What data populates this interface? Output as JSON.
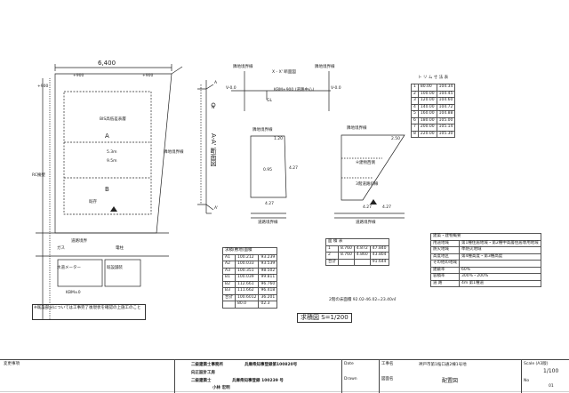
{
  "plan": {
    "top_dim": "6,400",
    "dims_top": [
      "+900",
      "+900",
      "+900"
    ],
    "notes": [
      "BIS高低差表層",
      "水道メーター",
      "既設舗装",
      "道路境界",
      "隣地境界線",
      "既存",
      "ガス",
      "電柱",
      "5.3m",
      "9.5m"
    ],
    "rect_labels": [
      "A",
      "B"
    ],
    "left_annot": "RC擁壁",
    "warn_box": "※既設部分については工事完了後現状を確認の上施工のこと",
    "bm_label": "KBM±0"
  },
  "section": {
    "label": "A-A' 断面図",
    "side_marks": [
      "A",
      "A'"
    ],
    "north_label": "N"
  },
  "elev_top": {
    "labels": [
      "隣地境界線",
      "X - X' 断面図",
      "隣地境界線"
    ],
    "level_marks": [
      "V-0.0",
      "V-0.0",
      "GL"
    ],
    "center_note": "KBM+900 (道路中心)"
  },
  "site_left": {
    "label": "隣地境界線",
    "sides": [
      "1.20",
      "4.27"
    ],
    "road_label": "道路境界線",
    "dim_label": "4.27",
    "plan_note": "0.95"
  },
  "site_right": {
    "label": "隣地境界線",
    "sides": [
      "2.50",
      "4.27",
      "4.27"
    ],
    "note": "④建物西側",
    "note2": "3階道路斜線",
    "road_label": "道路境界線"
  },
  "table_right_top": {
    "title": "ト リ ム 寸 法 表",
    "rows": [
      [
        "1",
        "80.00",
        "104.34"
      ],
      [
        "2",
        "100.00",
        "104.45"
      ],
      [
        "3",
        "120.00",
        "104.60"
      ],
      [
        "4",
        "140.00",
        "104.72"
      ],
      [
        "5",
        "160.00",
        "104.88"
      ],
      [
        "6",
        "180.00",
        "105.00"
      ],
      [
        "7",
        "200.00",
        "105.14"
      ],
      [
        "8",
        "220.00",
        "105.30"
      ]
    ]
  },
  "table_area": {
    "title": "求積(敷地)面積",
    "rows": [
      [
        "A1",
        "100.212",
        "93.239"
      ],
      [
        "A2",
        "100.033",
        "93.539"
      ],
      [
        "A3",
        "100.351",
        "98.502"
      ],
      [
        "B1",
        "100.039",
        "99.811"
      ],
      [
        "B2",
        "112.661",
        "96.760"
      ],
      [
        "B3",
        "111.662",
        "96.418"
      ],
      [
        "合計",
        "100.6012",
        "36.201"
      ],
      [
        "",
        "80.0",
        "02.3"
      ]
    ]
  },
  "table_mid": {
    "title": "面 積 表",
    "rows": [
      [
        "1",
        "8.760",
        "4.872",
        "47.840"
      ],
      [
        "2",
        "8.760",
        "4.860",
        "43.804"
      ],
      [
        "合計",
        "",
        "",
        "91.644"
      ]
    ],
    "note": "2階の床面積 92.02-46.02=23.40㎡"
  },
  "scale_label": "求積図 S=1/200",
  "table_summary": {
    "title": "建築・建物概要",
    "rows": [
      [
        "用途地域",
        "第1種住居地域・第2種中高層住居専用地域"
      ],
      [
        "防火地域",
        "準防火地域"
      ],
      [
        "高度地区",
        "第4種高度・第3種高度"
      ],
      [
        "その他の地域",
        ""
      ],
      [
        "建蔽率",
        "60%"
      ],
      [
        "容積率",
        "300%・200%"
      ],
      [
        "道 路",
        "4m 第1種道"
      ]
    ]
  },
  "title_block": {
    "revision_label": "変更事項",
    "office_name": "二級建築士事務所",
    "office_reg": "兵庫県知事登録第100820号",
    "office_company": "向正設計工房",
    "architect_title": "二級建築士",
    "architect_reg": "兵庫県知事登録 100239 号",
    "architect_name": "小林 宏明",
    "date_label": "Date",
    "drawn_label": "Drawn",
    "location_label": "工事名",
    "location_value": "神戸市第1桜口通2棟1号地",
    "drawing_label": "図面名",
    "drawing_value": "配置図",
    "scale_label": "Scale (A3版)",
    "scale_value": "1/100",
    "no_label": "No",
    "no_value": "01"
  }
}
